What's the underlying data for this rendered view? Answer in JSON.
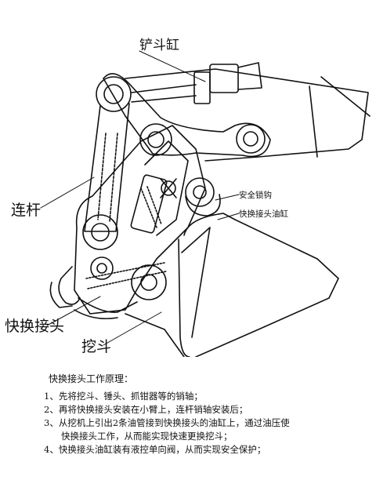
{
  "labels": {
    "bucket_cylinder": "铲斗缸",
    "link": "连杆",
    "quick_coupler": "快换接头",
    "bucket": "挖斗",
    "safety_hook": "安全锁钩",
    "coupler_cylinder": "快换接头油缸"
  },
  "notes": {
    "title": "快换接头工作原理：",
    "steps": [
      "1、先将挖斗、锤头、抓钳器等的销轴；",
      "2、再将快换接头安装在小臂上，连杆销轴安装后；",
      "3、从挖机上引出2条油管接到快换接头的油缸上，通过油压使",
      "快换接头工作，从而能实现快速更换挖斗；",
      "4、快换接头油缸装有液控单向阀，从而实现安全保护；"
    ]
  }
}
